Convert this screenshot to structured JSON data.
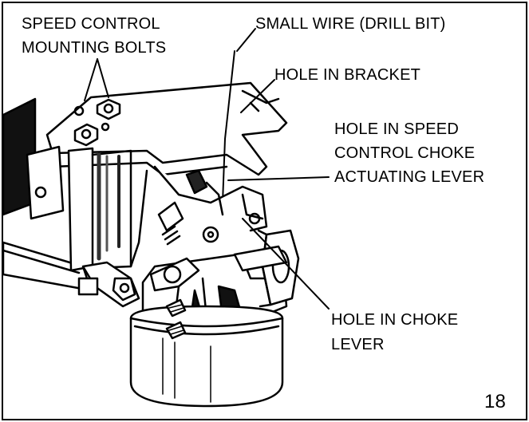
{
  "labels": {
    "speed_control_line1": "SPEED CONTROL",
    "speed_control_line2": "MOUNTING BOLTS",
    "small_wire": "SMALL WIRE (DRILL BIT)",
    "hole_in_bracket": "HOLE IN BRACKET",
    "hole_speed_line1": "HOLE IN SPEED",
    "hole_speed_line2": "CONTROL CHOKE",
    "hole_speed_line3": "ACTUATING LEVER",
    "hole_choke_line1": "HOLE IN CHOKE",
    "hole_choke_line2": "LEVER"
  },
  "figure_number": "18",
  "colors": {
    "ink": "#000000",
    "paper": "#ffffff"
  }
}
